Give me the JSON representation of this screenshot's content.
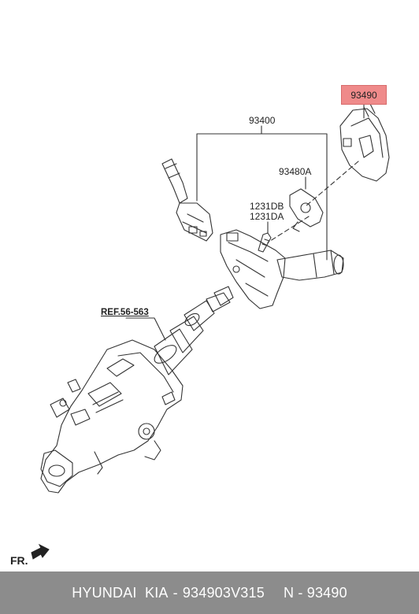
{
  "diagram": {
    "labels": {
      "assembly": "93400",
      "part_highlight": "93490",
      "part_switch": "93480A",
      "bolt_1": "1231DB",
      "bolt_2": "1231DA",
      "reference": "REF.56-563",
      "front": "FR."
    },
    "highlight_color": "#ef8a8a",
    "icons": [
      "front-arrow-icon"
    ]
  },
  "footer": {
    "brand": "HYUNDAI  KIA",
    "part_number": "934903V315",
    "n_code": "N - 93490",
    "background": "#8c8c8c"
  }
}
